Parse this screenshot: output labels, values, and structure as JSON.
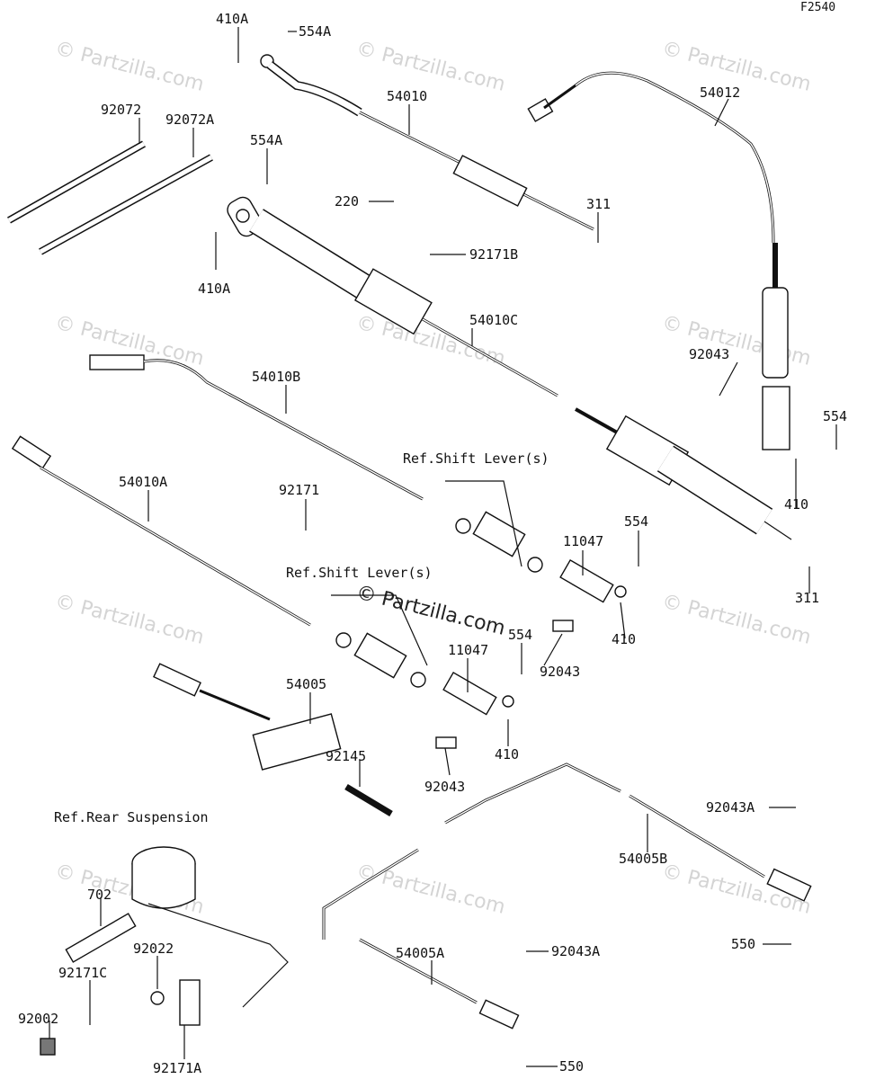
{
  "diagram_code": "F2540",
  "watermark": {
    "text": "© Partzilla.com",
    "center_text": "© Partzilla.com"
  },
  "references": {
    "shift_lever_top": "Ref.Shift Lever(s)",
    "shift_lever_mid": "Ref.Shift Lever(s)",
    "rear_suspension": "Ref.Rear Suspension"
  },
  "labels": {
    "p410A_top": "410A",
    "p554A_top": "554A",
    "p54010": "54010",
    "p92072": "92072",
    "p92072A": "92072A",
    "p554A_mid": "554A",
    "p220": "220",
    "p311_top": "311",
    "p92171B": "92171B",
    "p410A_mid": "410A",
    "p54012": "54012",
    "p54010C": "54010C",
    "p54010B": "54010B",
    "p92043_right": "92043",
    "p554_right": "554",
    "p410_right": "410",
    "p54010A": "54010A",
    "p92171": "92171",
    "p554_mid": "554",
    "p11047_top": "11047",
    "p311_bottom": "311",
    "p410_mid": "410",
    "p92043_mid": "92043",
    "p554_low": "554",
    "p11047_low": "11047",
    "p54005": "54005",
    "p410_low": "410",
    "p92145": "92145",
    "p92043_low": "92043",
    "p92043A_top": "92043A",
    "p54005B": "54005B",
    "p702": "702",
    "p92022": "92022",
    "p92171C": "92171C",
    "p54005A": "54005A",
    "p92043A_low": "92043A",
    "p550_right": "550",
    "p92002": "92002",
    "p92171A": "92171A",
    "p550_bottom": "550"
  }
}
